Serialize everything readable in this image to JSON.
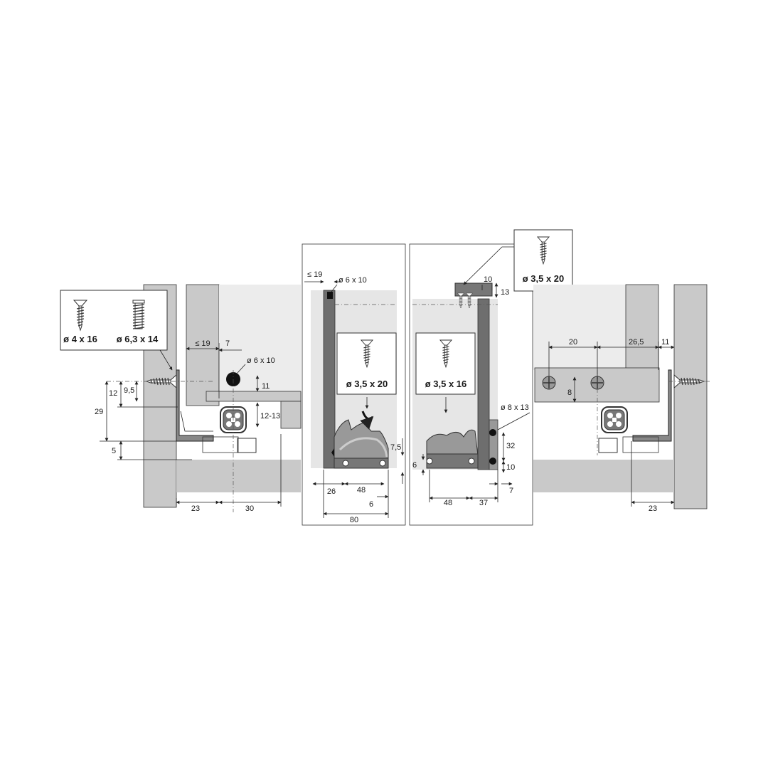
{
  "colors": {
    "panel": "#c9c9c9",
    "panel_light": "#e6e6e6",
    "panel_dark": "#6e6e6e",
    "line": "#222222",
    "box_border": "#333333",
    "background": "#ffffff"
  },
  "screw_icons": [
    "countersunk-screw-icon",
    "chipboard-screw-icon",
    "dowel-dot-icon"
  ],
  "left_view": {
    "screw_box": {
      "screw_a": "ø 4 x 16",
      "screw_b": "ø 6,3 x 14"
    },
    "dims": {
      "le19": "≤ 19",
      "d7": "7",
      "dowel": "ø 6 x 10",
      "d11": "11",
      "d12": "12",
      "d9_5": "9,5",
      "d29": "29",
      "d12_13": "12-13",
      "d5": "5",
      "d23": "23",
      "d30": "30"
    }
  },
  "center_left_view": {
    "dims": {
      "le19": "≤ 19",
      "dowel": "ø 6 x 10",
      "screw": "ø 3,5 x 20",
      "d7_5": "7,5",
      "d26": "26",
      "d48": "48",
      "d6": "6",
      "d80": "80"
    }
  },
  "center_right_view": {
    "screw_box": {
      "screw": "ø 3,5 x 20"
    },
    "dims": {
      "d10_top": "10",
      "d13": "13",
      "screw": "ø 3,5 x 16",
      "dowel": "ø 8 x 13",
      "d32": "32",
      "d6": "6",
      "d10": "10",
      "d7": "7",
      "d48": "48",
      "d37": "37"
    }
  },
  "right_view": {
    "dims": {
      "d20": "20",
      "d26_5": "26,5",
      "d11": "11",
      "d8": "8",
      "d23": "23"
    }
  }
}
